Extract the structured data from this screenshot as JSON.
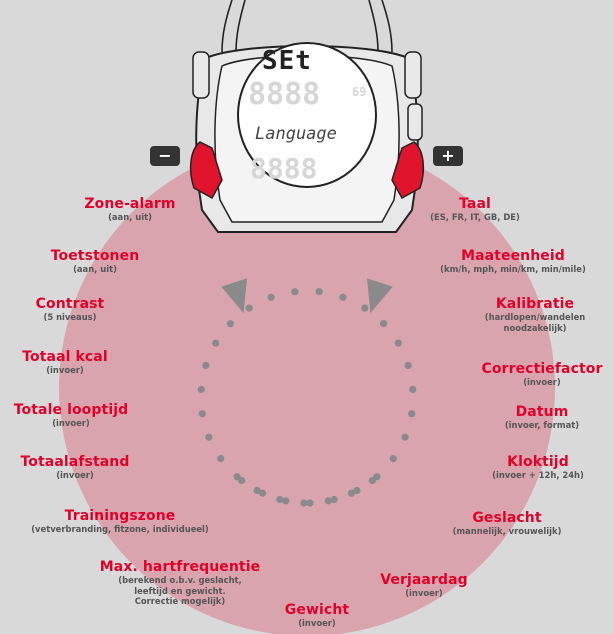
{
  "watch": {
    "display_top": "SEt",
    "display_bottom": "Language",
    "minus_label": "−",
    "plus_label": "+"
  },
  "menu_left": [
    {
      "title": "Zone-alarm",
      "sub": [
        "(aan, uit)"
      ]
    },
    {
      "title": "Toetstonen",
      "sub": [
        "(aan, uit)"
      ]
    },
    {
      "title": "Contrast",
      "sub": [
        "(5 niveaus)"
      ]
    },
    {
      "title": "Totaal kcal",
      "sub": [
        "(invoer)"
      ]
    },
    {
      "title": "Totale looptijd",
      "sub": [
        "(invoer)"
      ]
    },
    {
      "title": "Totaalafstand",
      "sub": [
        "(invoer)"
      ]
    },
    {
      "title": "Trainingszone",
      "sub": [
        "(vetverbranding, fitzone, individueel)"
      ]
    },
    {
      "title": "Max. hartfrequentie",
      "sub": [
        "(berekend o.b.v. geslacht,",
        "leeftijd en gewicht.",
        "Correctie mogelijk)"
      ]
    }
  ],
  "menu_bottom": {
    "title": "Gewicht",
    "sub": [
      "(invoer)"
    ]
  },
  "menu_right": [
    {
      "title": "Taal",
      "sub": [
        "(ES, FR, IT, GB, DE)"
      ]
    },
    {
      "title": "Maateenheid",
      "sub": [
        "(km/h, mph, min/km, min/mile)"
      ]
    },
    {
      "title": "Kalibratie",
      "sub": [
        "(hardlopen/wandelen",
        "noodzakelijk)"
      ]
    },
    {
      "title": "Correctiefactor",
      "sub": [
        "(invoer)"
      ]
    },
    {
      "title": "Datum",
      "sub": [
        "(invoer, format)"
      ]
    },
    {
      "title": "Kloktijd",
      "sub": [
        "(invoer + 12h, 24h)"
      ]
    },
    {
      "title": "Geslacht",
      "sub": [
        "(mannelijk, vrouwelijk)"
      ]
    },
    {
      "title": "Verjaardag",
      "sub": [
        "(invoer)"
      ]
    }
  ],
  "colors": {
    "background": "#d9d9d9",
    "disc": "#d9a4ae",
    "title_red": "#e0002a",
    "subtitle_gray": "#555555",
    "dots": "#8a8a8a",
    "button_red": "#e0152d",
    "button_dark": "#333333"
  }
}
